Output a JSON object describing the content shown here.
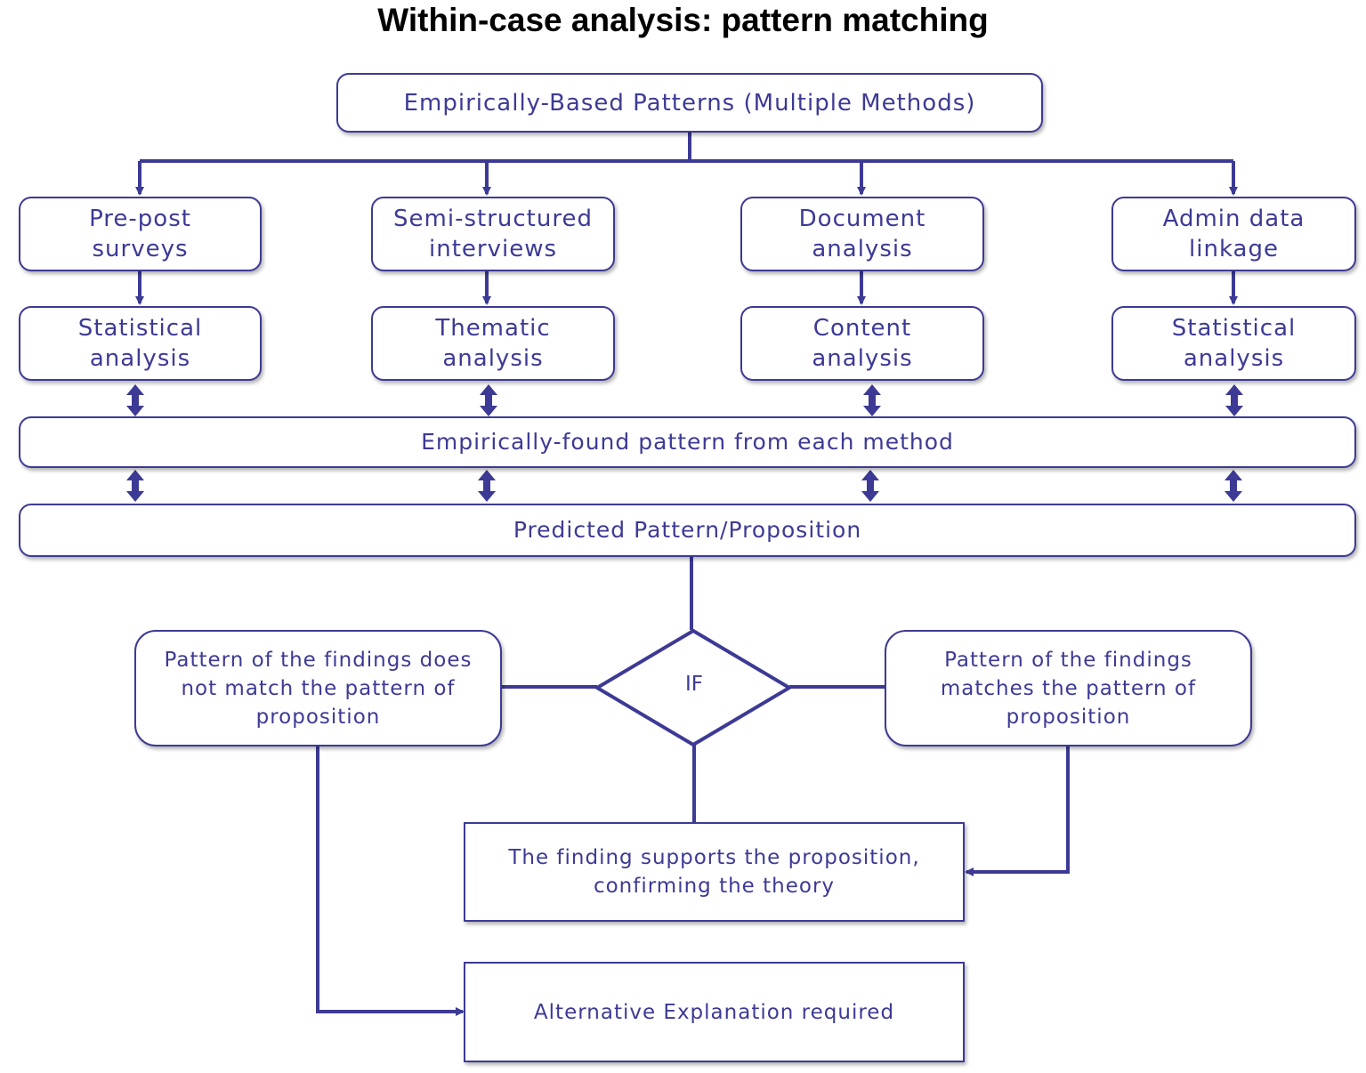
{
  "title": "Within-case analysis: pattern matching",
  "colors": {
    "primary": "#3d3a95",
    "border": "#3d3a95",
    "title": "#000000",
    "background": "#ffffff"
  },
  "nodes": {
    "top": "Empirically-Based Patterns (Multiple Methods)",
    "methods": [
      {
        "line1": "Pre-post",
        "line2": "surveys"
      },
      {
        "line1": "Semi-structured",
        "line2": "interviews"
      },
      {
        "line1": "Document",
        "line2": "analysis"
      },
      {
        "line1": "Admin data",
        "line2": "linkage"
      }
    ],
    "analyses": [
      {
        "line1": "Statistical",
        "line2": "analysis"
      },
      {
        "line1": "Thematic",
        "line2": "analysis"
      },
      {
        "line1": "Content",
        "line2": "analysis"
      },
      {
        "line1": "Statistical",
        "line2": "analysis"
      }
    ],
    "empirical_bar": "Empirically-found pattern from each method",
    "predicted_bar": "Predicted Pattern/Proposition",
    "decision": "IF",
    "no_match": {
      "line1": "Pattern of the findings does",
      "line2": "not match the pattern of",
      "line3": "proposition"
    },
    "match": {
      "line1": "Pattern of the findings",
      "line2": "matches the pattern of",
      "line3": "proposition"
    },
    "supports": {
      "line1": "The finding supports the proposition,",
      "line2": "confirming the theory"
    },
    "alternative": "Alternative Explanation required"
  }
}
